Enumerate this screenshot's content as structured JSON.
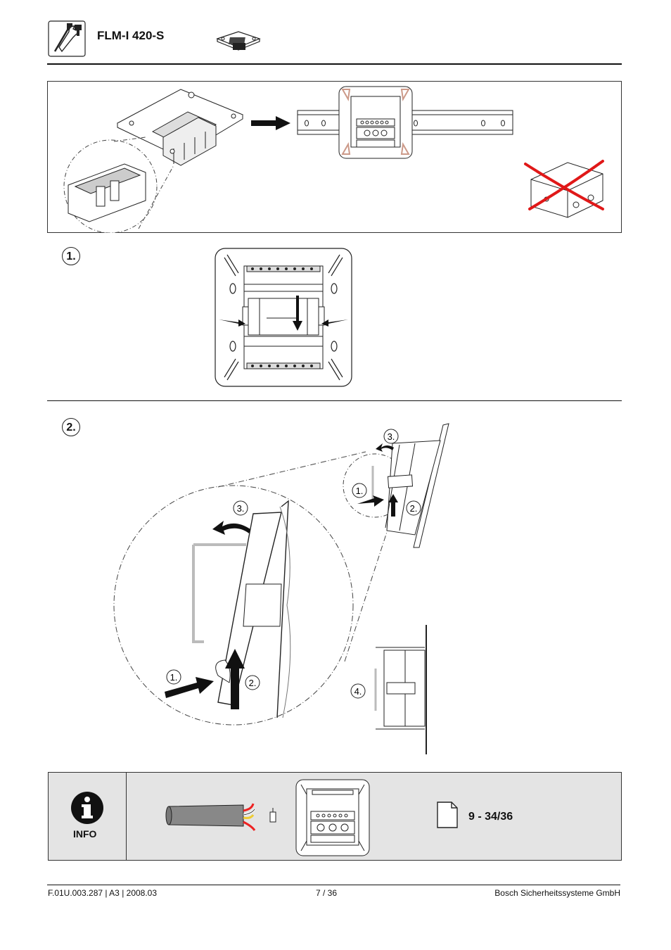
{
  "header": {
    "title": "FLM-I 420-S"
  },
  "steps": {
    "step1": "1.",
    "step2": "2."
  },
  "callouts": {
    "c1": "1.",
    "c2": "2.",
    "c3": "3.",
    "c4": "4."
  },
  "info": {
    "label": "INFO",
    "reference": "9 - 34/36"
  },
  "footer": {
    "doc_id": "F.01U.003.287 | A3 | 2008.03",
    "page": "7 / 36",
    "company": "Bosch Sicherheitssysteme GmbH"
  },
  "icons": [
    "tools-icon",
    "module-icon",
    "info-icon",
    "document-icon",
    "cable-icon",
    "cross-icon",
    "arrow-icon"
  ]
}
